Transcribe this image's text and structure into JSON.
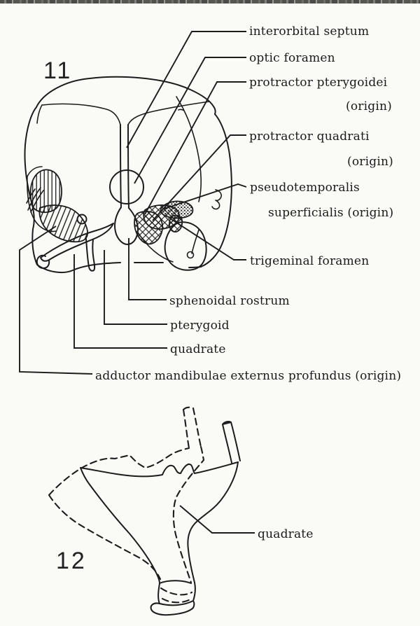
{
  "page": {
    "background": "#fafaf7",
    "ink_color": "#1c1c1c"
  },
  "figure11": {
    "number": "11",
    "labels": {
      "interorbital_septum": "interorbital septum",
      "optic_foramen": "optic foramen",
      "protractor_pterygoidei": "protractor pterygoidei",
      "protractor_pterygoidei_origin": "(origin)",
      "protractor_quadrati": "protractor quadrati",
      "protractor_quadrati_origin": "(origin)",
      "pseudotemporalis": "pseudotemporalis",
      "pseudotemporalis_superficialis_origin": "superficialis (origin)",
      "trigeminal_foramen": "trigeminal foramen",
      "sphenoidal_rostrum": "sphenoidal rostrum",
      "pterygoid": "pterygoid",
      "quadrate": "quadrate",
      "adductor_mandibulae": "adductor mandibulae externus profundus (origin)"
    }
  },
  "figure12": {
    "number": "12",
    "labels": {
      "quadrate": "quadrate"
    }
  }
}
